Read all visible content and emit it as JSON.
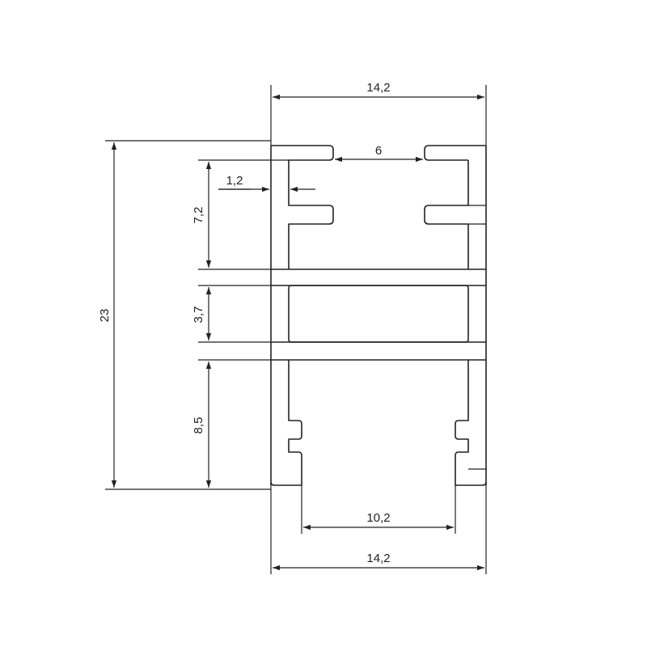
{
  "dimensions": {
    "top_width": "14,2",
    "slot_opening": "6",
    "wall_thickness": "1,2",
    "upper_height": "7,2",
    "middle_height": "3,7",
    "lower_height": "8,5",
    "total_height": "23",
    "bottom_opening": "10,2",
    "bottom_width": "14,2"
  },
  "colors": {
    "ink": "#222222",
    "background": "#ffffff"
  }
}
